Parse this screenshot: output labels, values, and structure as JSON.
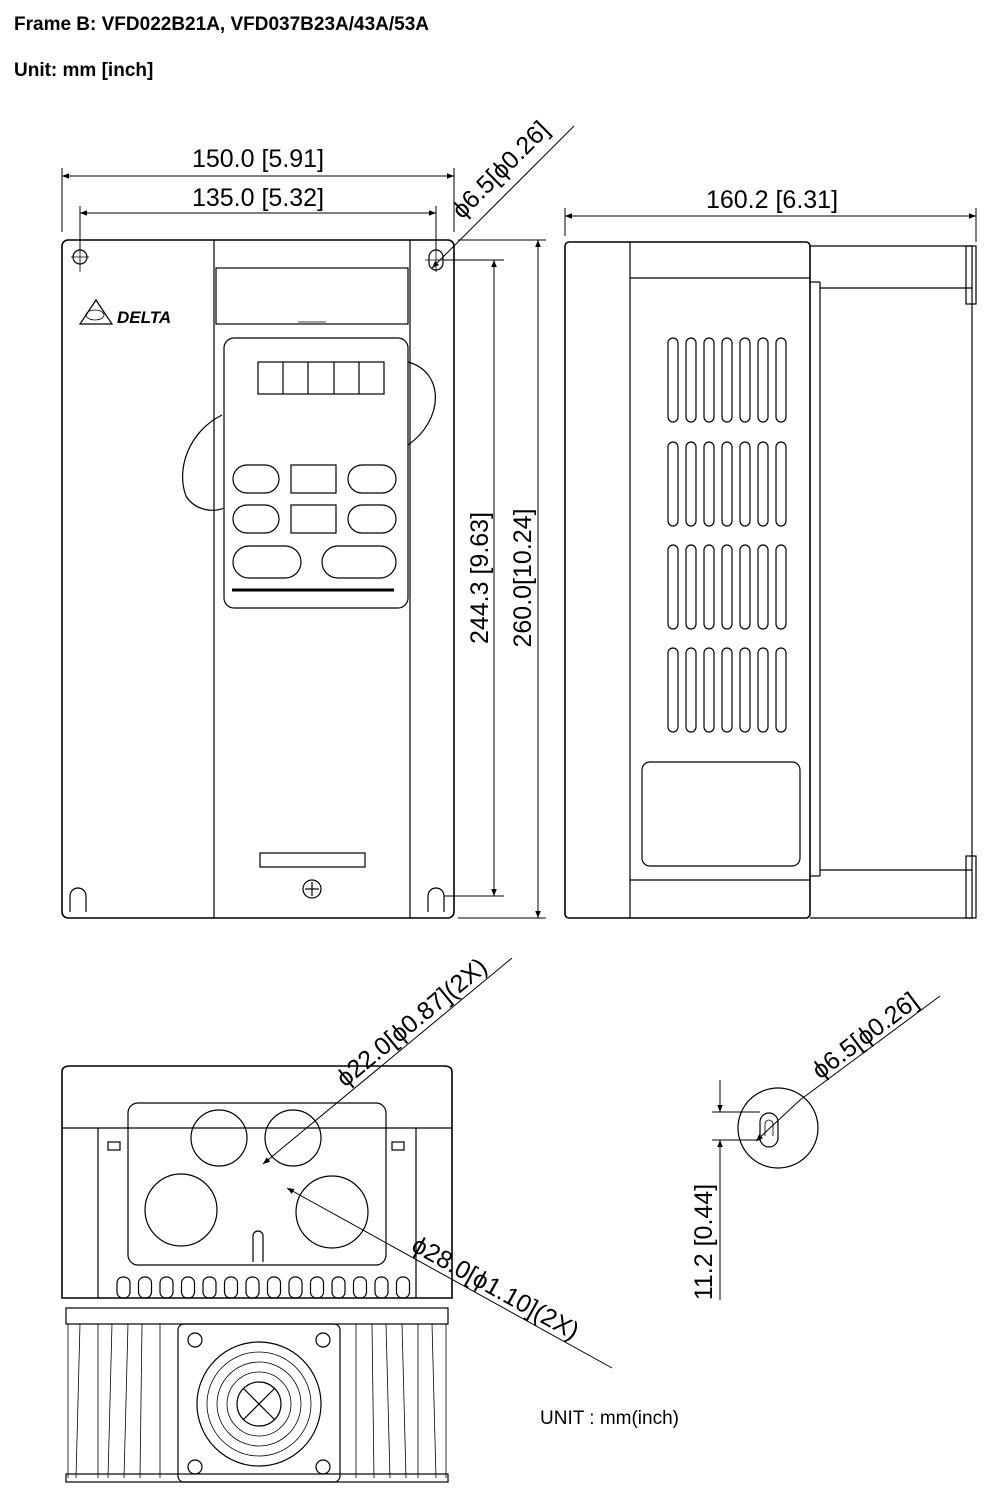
{
  "header": {
    "title": "Frame B: VFD022B21A, VFD037B23A/43A/53A",
    "unit": "Unit: mm [inch]"
  },
  "brand": {
    "logo_text": "DELTA"
  },
  "dimensions": {
    "overall_width": "150.0 [5.91]",
    "mount_width": "135.0 [5.32]",
    "mount_hole": "ϕ6.5[ϕ0.26]",
    "depth": "160.2 [6.31]",
    "mount_height": "244.3 [9.63]",
    "overall_height": "260.0[10.24]",
    "knockout_small": "ϕ22.0[ϕ0.87](2X)",
    "knockout_large": "ϕ28.0[ϕ1.10](2X)",
    "detail_hole": "ϕ6.5[ϕ0.26]",
    "detail_offset": "11.2 [0.44]"
  },
  "footer": {
    "unit_note": "UNIT : mm(inch)"
  }
}
